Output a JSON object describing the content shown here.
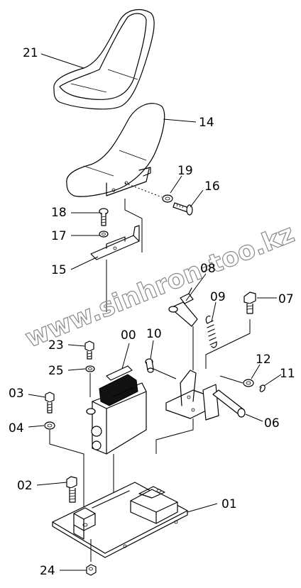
{
  "watermark": "www.sinhron-too.kz",
  "part_labels": [
    "21",
    "14",
    "19",
    "16",
    "18",
    "17",
    "15",
    "08",
    "09",
    "07",
    "23",
    "00",
    "10",
    "25",
    "12",
    "11",
    "03",
    "04",
    "06",
    "02",
    "01",
    "24"
  ]
}
